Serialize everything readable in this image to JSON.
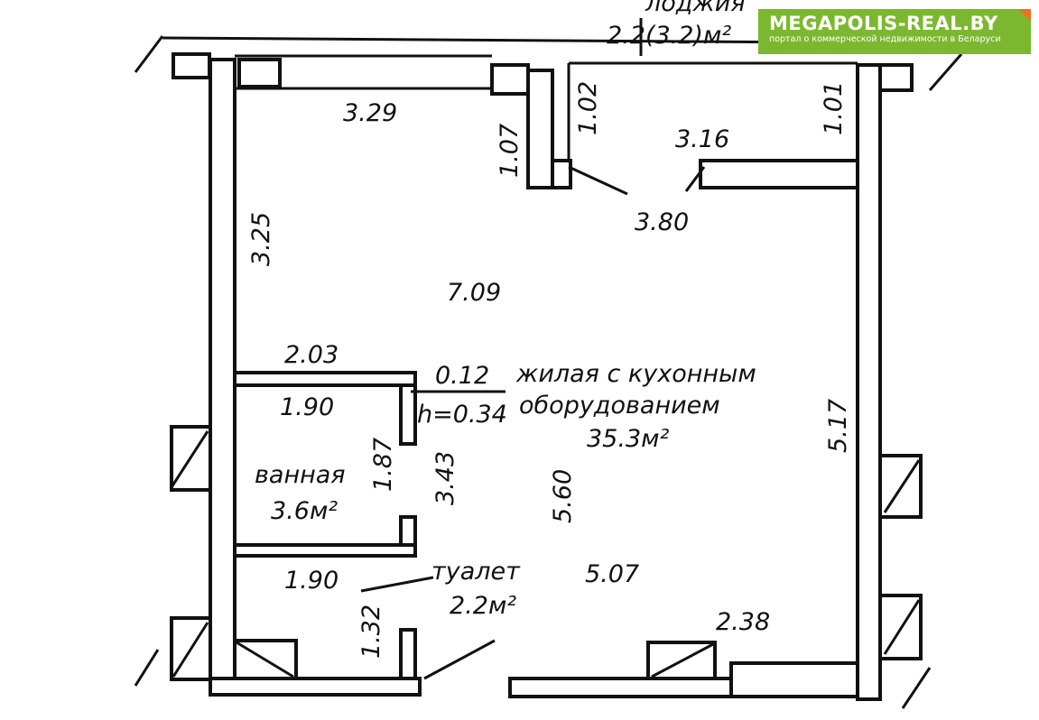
{
  "loggia": {
    "label": "лоджия",
    "area": "2.2(3.2)м²"
  },
  "dimensions": {
    "top_window": "3.29",
    "pier_left": "1.07",
    "pier_right": "1.02",
    "loggia_width": "3.16",
    "loggia_depth": "1.01",
    "opening": "3.80",
    "left_upper": "3.25",
    "room_length": "7.09",
    "bath_top": "2.03",
    "offset": "0.12",
    "height_step": "h=0.34",
    "bath_inner": "1.90",
    "bath_depth": "1.87",
    "corridor": "3.43",
    "room_width": "5.60",
    "right_wall": "5.17",
    "toilet_width": "1.90",
    "toilet_depth": "1.32",
    "room_bottom": "5.07",
    "entry": "2.38"
  },
  "rooms": {
    "living_line1": "жилая с кухонным",
    "living_line2": "оборудованием",
    "living_area": "35.3м²",
    "bath_name": "ванная",
    "bath_area": "3.6м²",
    "toilet_name": "туалет",
    "toilet_area": "2.2м²"
  },
  "logo": {
    "title": "MEGAPOLIS-REAL.BY",
    "subtitle": "портал о коммерческой недвижимости в Беларуси",
    "color": "#7cb82f"
  }
}
